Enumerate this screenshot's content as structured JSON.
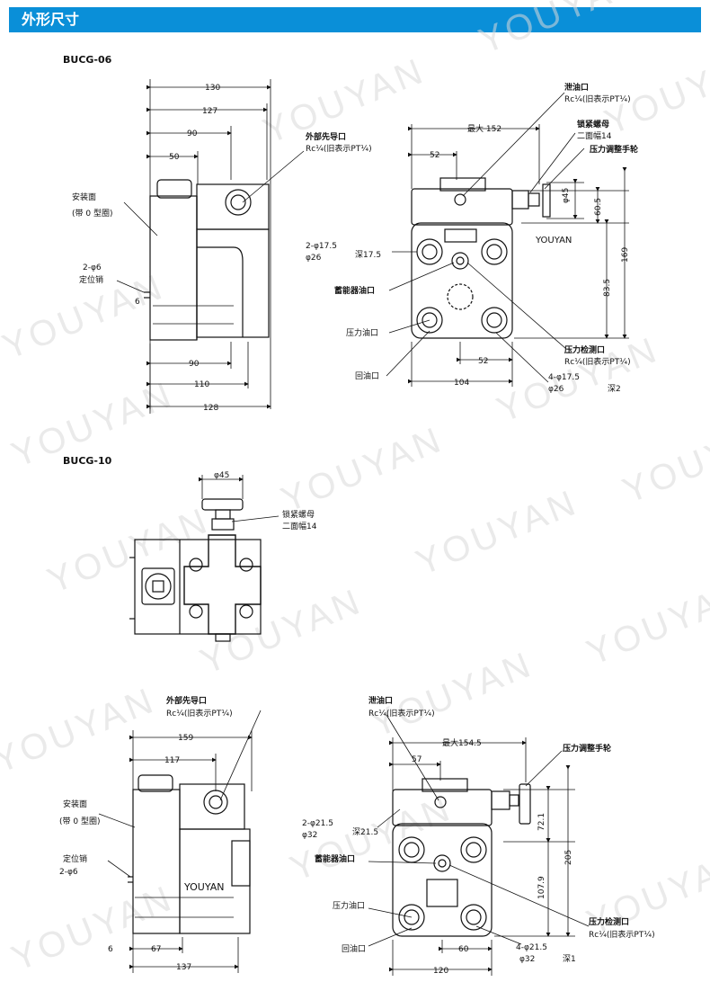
{
  "header": {
    "title": "外形尺寸"
  },
  "watermark": "YOUYAN",
  "bucg06": {
    "model": "BUCG-06",
    "side": {
      "dim_130": "130",
      "dim_127": "127",
      "dim_90_top": "90",
      "dim_50": "50",
      "dim_90_bottom": "90",
      "dim_110": "110",
      "dim_128": "128",
      "dim_6": "6",
      "mount_face": "安装面",
      "o_ring": "(带 0 型圈)",
      "pin_count": "2-φ6",
      "pin_label": "定位销",
      "ext_pilot": "外部先导口",
      "ext_pilot_rc": "Rc¼(旧表示PT¼)"
    },
    "front": {
      "max_152": "最大 152",
      "dim_52_top": "52",
      "dim_52_bottom": "52",
      "dim_104": "104",
      "dim_45": "φ45",
      "dim_60_5": "60.5",
      "dim_83_5": "83.5",
      "dim_169": "169",
      "hole2_a": "2-φ17.5",
      "hole2_b": "φ26",
      "depth_17_5": "深17.5",
      "accum": "蓄能器油口",
      "pressure_port": "压力油口",
      "return_port": "回油口",
      "drain": "泄油口",
      "drain_rc": "Rc¼(旧表示PT¼)",
      "locknut": "锁紧螺母",
      "across": "二面幅14",
      "handwheel": "压力调整手轮",
      "gauge": "压力检测口",
      "gauge_rc": "Rc¼(旧表示PT¼)",
      "hole4_a": "4-φ17.5",
      "hole4_b": "φ26",
      "depth2": "深2",
      "brand": "YOUYAN"
    }
  },
  "bucg10": {
    "model": "BUCG-10",
    "top": {
      "dim_45": "φ45",
      "locknut": "锁紧螺母",
      "across": "二面幅14"
    },
    "side": {
      "ext_pilot": "外部先导口",
      "ext_pilot_rc": "Rc¼(旧表示PT¼)",
      "dim_159": "159",
      "dim_117": "117",
      "dim_6": "6",
      "dim_67": "67",
      "dim_137": "137",
      "mount_face": "安装面",
      "o_ring": "(带 0 型圈)",
      "pin_label": "定位销",
      "pin_count": "2-φ6",
      "brand": "YOUYAN"
    },
    "front": {
      "drain": "泄油口",
      "drain_rc": "Rc¼(旧表示PT¼)",
      "max_154_5": "最大154.5",
      "dim_57": "57",
      "handwheel": "压力调整手轮",
      "hole2_a": "2-φ21.5",
      "hole2_b": "φ32",
      "depth_21_5": "深21.5",
      "dim_72_1": "72.1",
      "dim_205": "205",
      "dim_107_9": "107.9",
      "accum": "蓄能器油口",
      "pressure_port": "压力油口",
      "return_port": "回油口",
      "gauge": "压力检测口",
      "gauge_rc": "Rc¼(旧表示PT¼)",
      "dim_60": "60",
      "dim_120": "120",
      "hole4_a": "4-φ21.5",
      "hole4_b": "φ32",
      "depth1": "深1"
    }
  }
}
